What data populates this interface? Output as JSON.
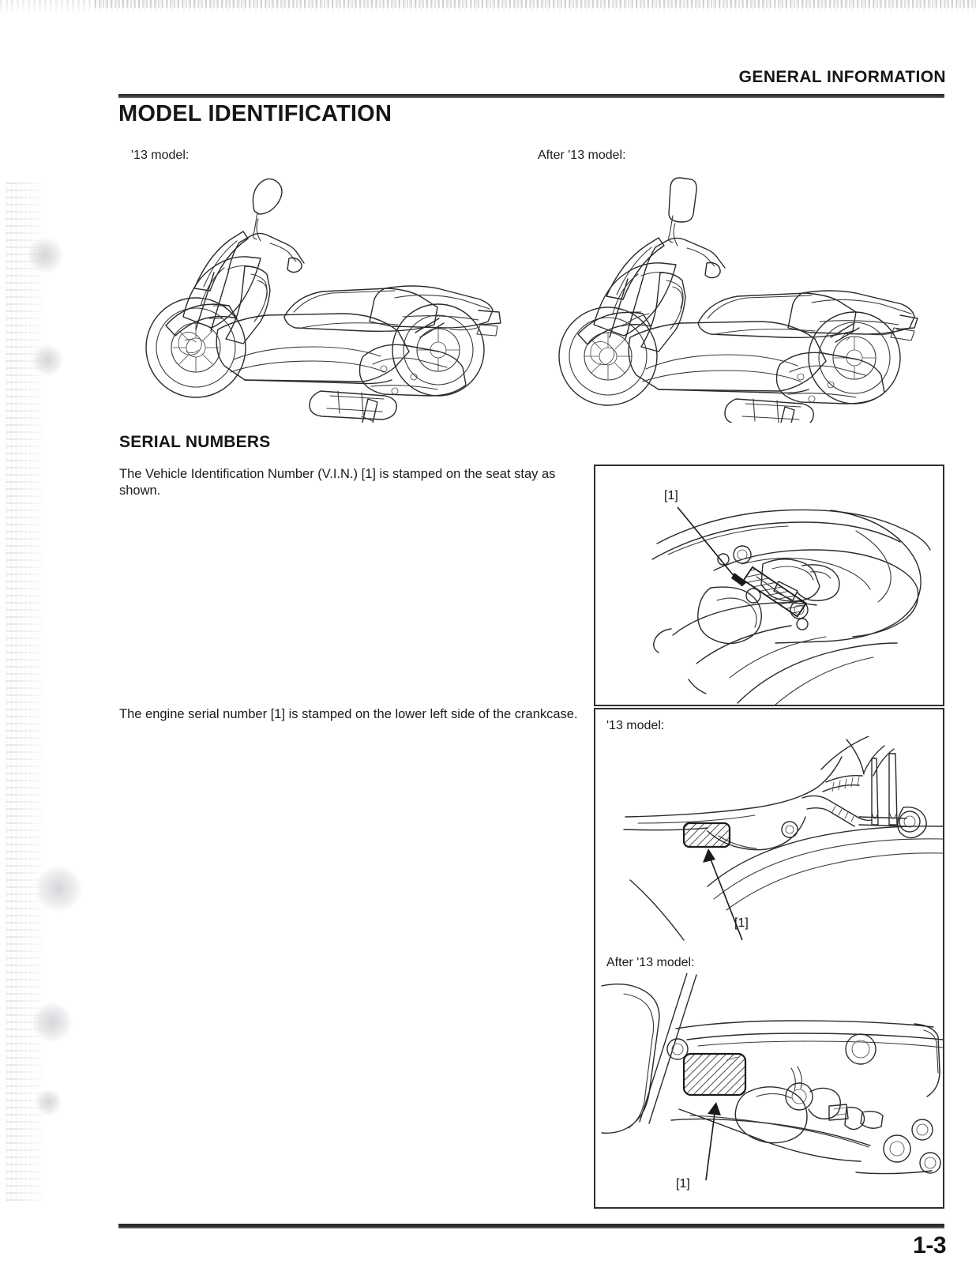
{
  "header": {
    "chapter_title": "GENERAL INFORMATION"
  },
  "footer": {
    "page_number": "1-3"
  },
  "sections": {
    "model_identification": {
      "heading": "MODEL IDENTIFICATION",
      "figures": [
        {
          "caption": "'13 model:",
          "subject": "honda-pcx-scooter-left-side-view"
        },
        {
          "caption": "After '13 model:",
          "subject": "honda-pcx-scooter-left-side-view"
        }
      ]
    },
    "serial_numbers": {
      "heading": "SERIAL NUMBERS",
      "vin_paragraph": "The Vehicle Identification Number (V.I.N.) [1] is stamped on the seat stay as shown.",
      "engine_paragraph": "The engine serial number [1] is stamped on the lower left side of the crankcase.",
      "vin_figure": {
        "callout": "[1]",
        "subject": "seat-stay-vin-stamping"
      },
      "engine_figure": {
        "sub_caption_1": "'13 model:",
        "callout_1": "[1]",
        "sub_caption_2": "After '13 model:",
        "callout_2": "[1]",
        "subject": "crankcase-engine-serial-number-stamping"
      }
    }
  },
  "colors": {
    "ink": "#1a1a1a",
    "rule": "#2a2a2a",
    "line_art": "#2b2b2b",
    "paper": "#ffffff"
  }
}
